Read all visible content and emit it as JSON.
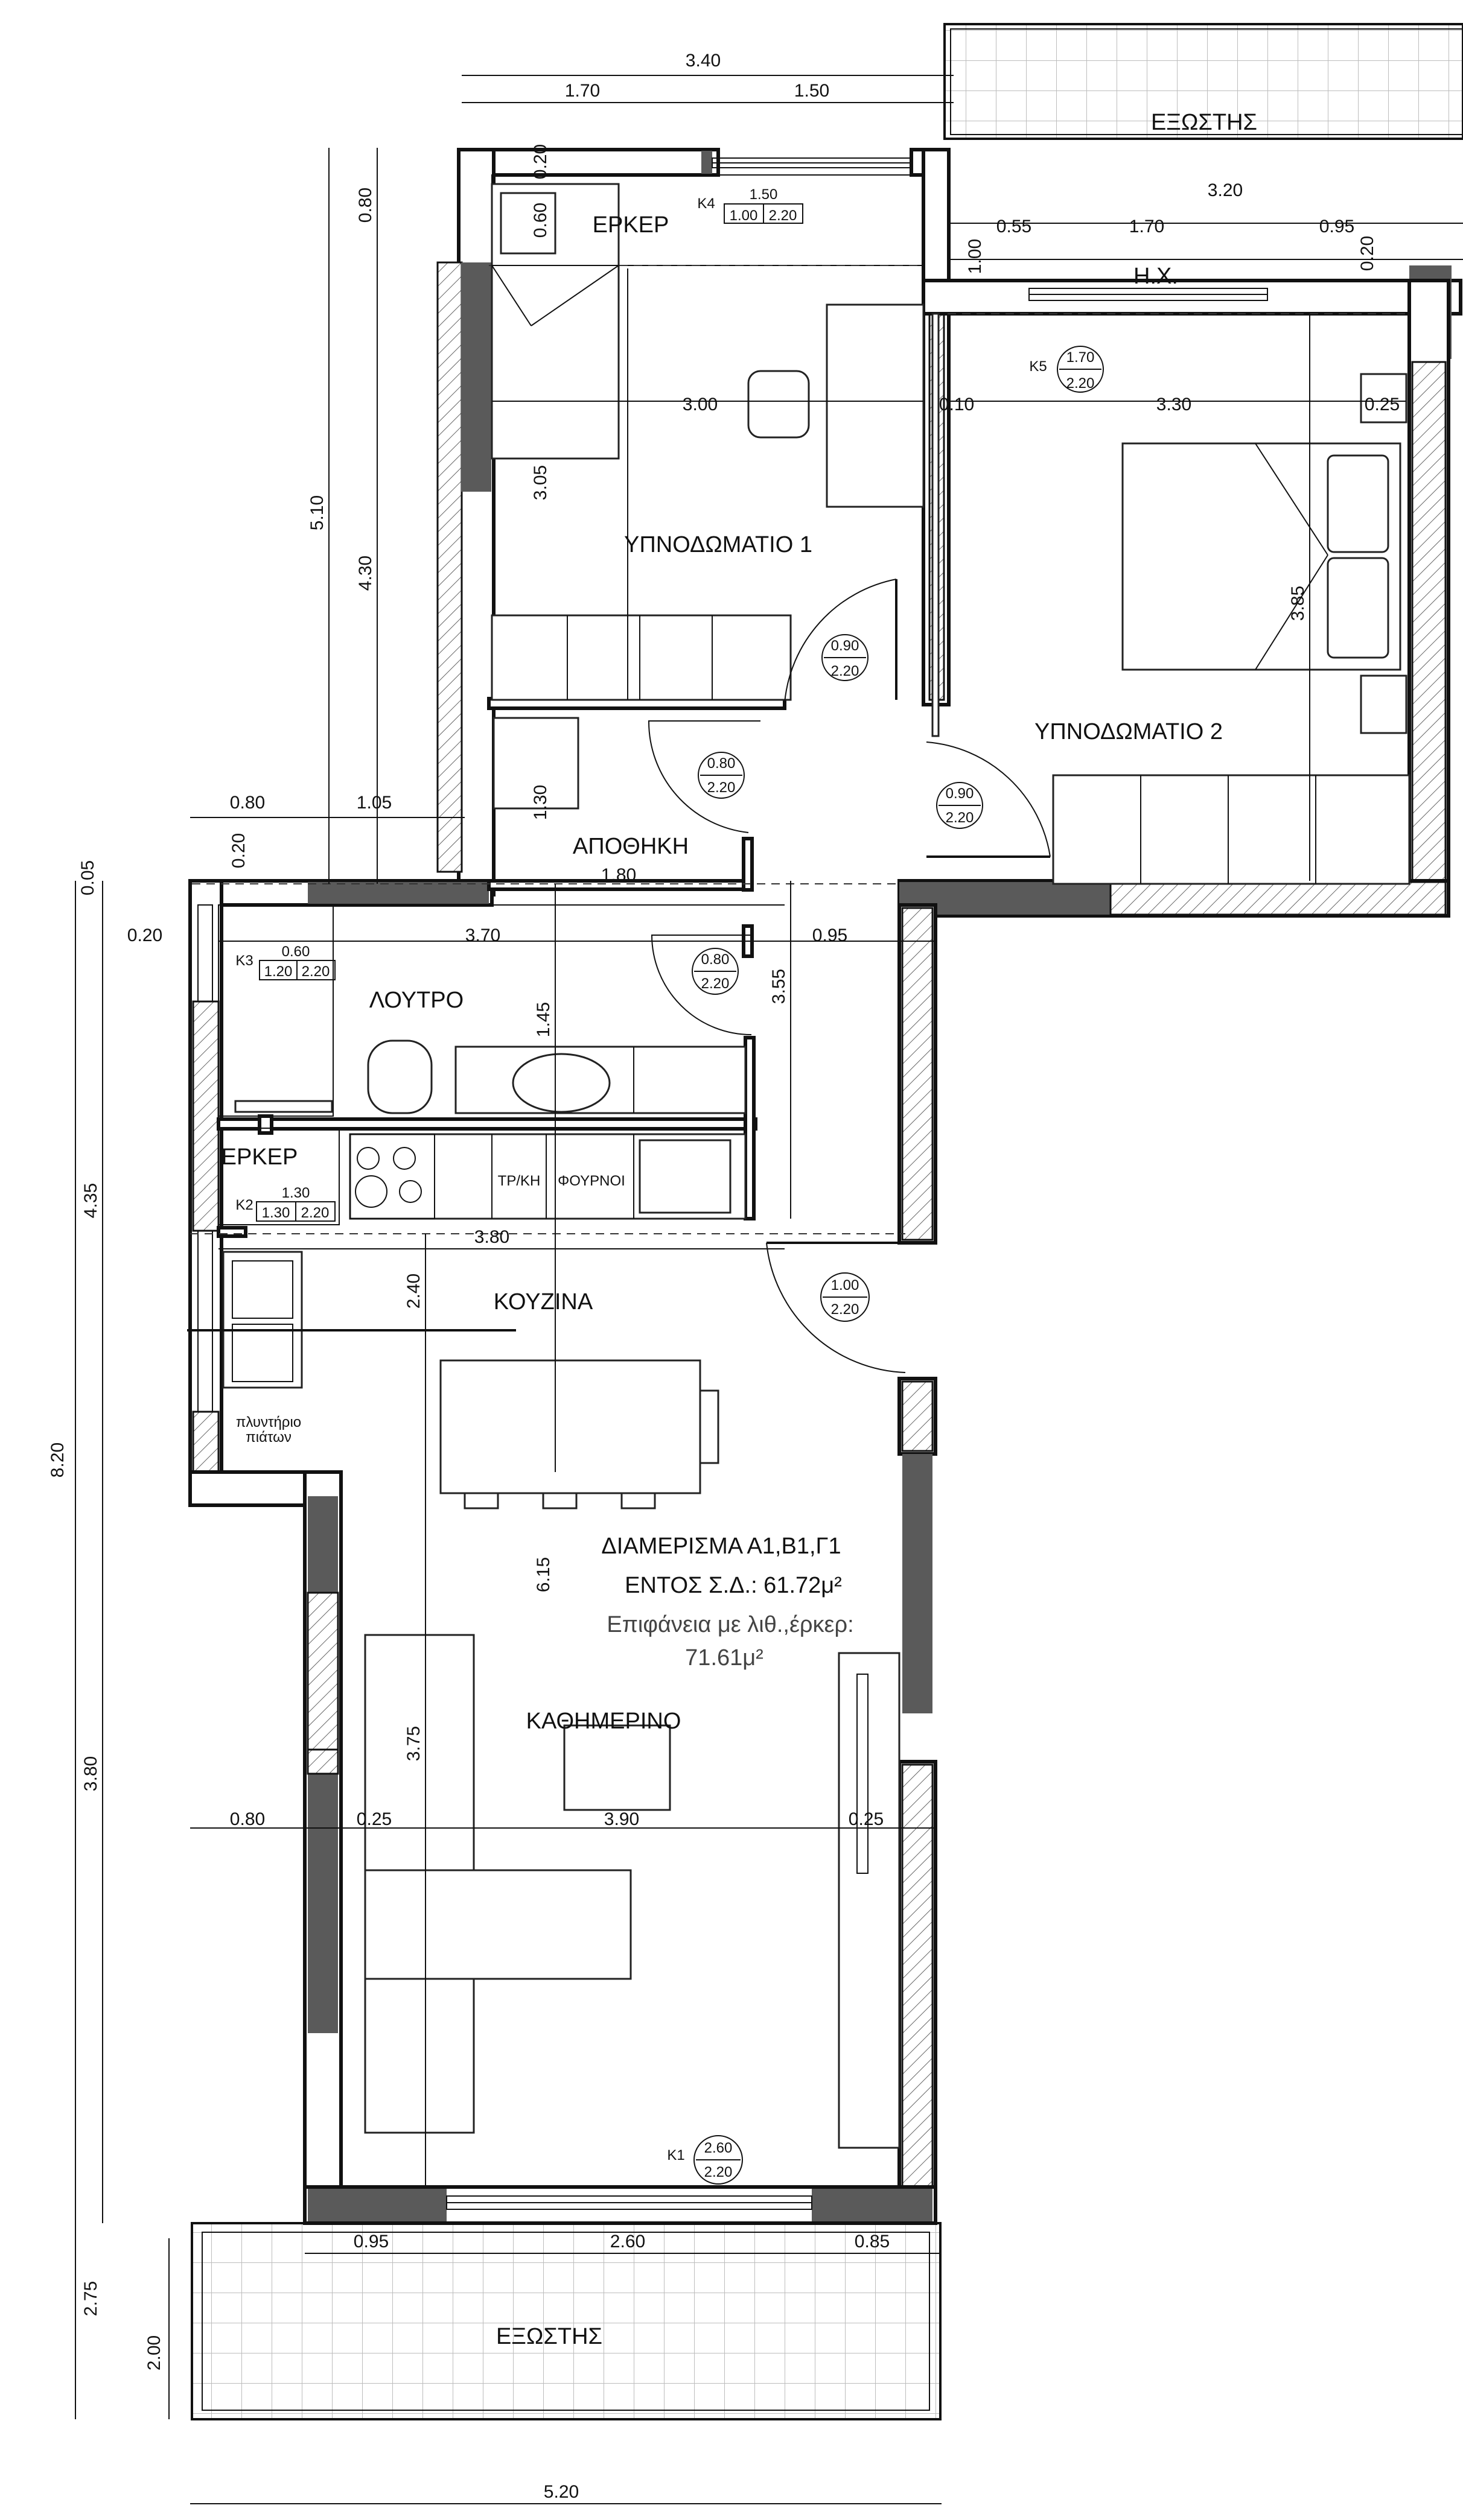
{
  "rooms": {
    "balcony_top": "ΕΞΩΣΤΗΣ",
    "erker_top": "ΕΡΚΕΡ",
    "hx": "Η.Χ.",
    "bedroom1": "ΥΠΝΟΔΩΜΑΤΙΟ 1",
    "bedroom2": "ΥΠΝΟΔΩΜΑΤΙΟ 2",
    "storage": "ΑΠΟΘΗΚΗ",
    "bathroom": "ΛΟΥΤΡΟ",
    "erker_kitchen": "ΕΡΚΕΡ",
    "kitchen": "ΚΟΥΖΙΝΑ",
    "living": "ΚΑΘΗΜΕΡΙΝΟ",
    "balcony_bottom": "ΕΞΩΣΤΗΣ",
    "fridge": "ΤΡ/ΚΗ",
    "oven": "ΦΟΥΡΝΟΙ",
    "dishwasher_line1": "πλυντήριο",
    "dishwasher_line2": "πιάτων"
  },
  "apartment": {
    "name": "ΔΙΑΜΕΡΙΣΜΑ Α1,Β1,Γ1",
    "inner_area": "ΕΝΤΟΣ Σ.Δ.: 61.72μ²",
    "surface_line1": "Επιφάνεια με λιθ.,έρκερ:",
    "surface_line2": "71.61μ²"
  },
  "windows": {
    "k4": {
      "id": "K4",
      "top": "1.50",
      "w": "1.00",
      "h": "2.20"
    },
    "k5": {
      "id": "K5",
      "top": "1.70",
      "h": "2.20"
    },
    "k3": {
      "id": "K3",
      "top": "0.60",
      "w": "1.20",
      "h": "2.20"
    },
    "k2": {
      "id": "K2",
      "top": "1.30",
      "w": "1.30",
      "h": "2.20"
    },
    "k1": {
      "id": "K1",
      "top": "2.60",
      "h": "2.20"
    }
  },
  "doors": {
    "d_bed1": {
      "w": "0.90",
      "h": "2.20"
    },
    "d_store": {
      "w": "0.80",
      "h": "2.20"
    },
    "d_bed2": {
      "w": "0.90",
      "h": "2.20"
    },
    "d_bath": {
      "w": "0.80",
      "h": "2.20"
    },
    "d_entry": {
      "w": "1.00",
      "h": "2.20"
    }
  },
  "dimensions": {
    "top_total": "3.40",
    "top_left": "1.70",
    "top_right": "1.50",
    "erker_depth": "0.20",
    "erker_width_v": "0.60",
    "left_080": "0.80",
    "left_510": "5.10",
    "left_430": "4.30",
    "hx_320": "3.20",
    "hx_055": "0.55",
    "hx_170": "1.70",
    "hx_095": "0.95",
    "hx_020": "0.20",
    "hx_100": "1.00",
    "bed1_300": "3.00",
    "bed1_305": "3.05",
    "bed2_010": "0.10",
    "bed2_330": "3.30",
    "bed2_025": "0.25",
    "bed2_385": "3.85",
    "left_005": "0.05",
    "left2_080": "0.80",
    "left2_105": "1.05",
    "left2_020": "0.20",
    "store_130": "1.30",
    "store_180": "1.80",
    "bath_020": "0.20",
    "bath_370": "3.70",
    "bath_095": "0.95",
    "bath_145": "1.45",
    "bath_355": "3.55",
    "left_435": "4.35",
    "left_820": "8.20",
    "kit_380": "3.80",
    "kit_240": "2.40",
    "kit_615": "6.15",
    "liv_375": "3.75",
    "liv_080": "0.80",
    "liv_025a": "0.25",
    "liv_390": "3.90",
    "liv_025b": "0.25",
    "left_380": "3.80",
    "bot_095": "0.95",
    "bot_260": "2.60",
    "bot_085": "0.85",
    "left_275": "2.75",
    "bal_200": "2.00",
    "bot_total": "5.20"
  }
}
